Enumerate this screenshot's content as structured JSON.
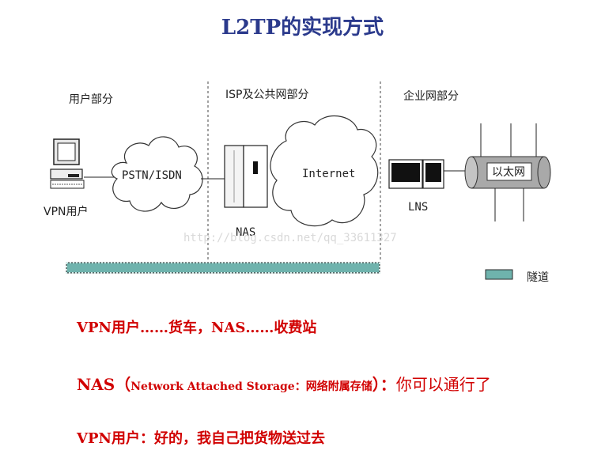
{
  "title": "L2TP的实现方式",
  "sections": {
    "user": "用户部分",
    "isp": "ISP及公共网部分",
    "enterprise": "企业网部分"
  },
  "nodes": {
    "vpn_user": "VPN用户",
    "pstn": "PSTN/ISDN",
    "nas": "NAS",
    "internet": "Internet",
    "lns": "LNS",
    "ethernet": "以太网"
  },
  "legend": {
    "tunnel": "隧道"
  },
  "watermark": "http://blog.csdn.net/qq_33611327",
  "notes": {
    "line1": "VPN用户……货车，NAS……收费站",
    "line2_prefix": "NAS（",
    "line2_small": "Network Attached Storage：网络附属存储",
    "line2_mid": "）：",
    "line2_big": "你可以通行了",
    "line3": "VPN用户：好的，我自己把货物送过去"
  },
  "colors": {
    "title": "#2b3a8c",
    "notes": "#d10000",
    "tunnel": "#6fb3ad"
  }
}
